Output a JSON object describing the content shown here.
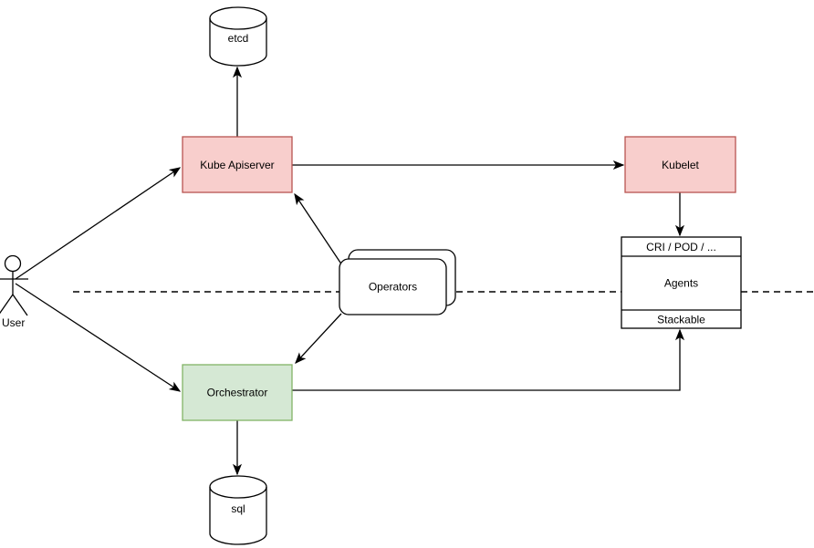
{
  "nodes": {
    "user": {
      "label": "User"
    },
    "etcd": {
      "label": "etcd"
    },
    "kube_apiserver": {
      "label": "Kube Apiserver"
    },
    "kubelet": {
      "label": "Kubelet"
    },
    "agents": {
      "header": "CRI / POD / ...",
      "body": "Agents",
      "footer": "Stackable"
    },
    "operators": {
      "label": "Operators"
    },
    "orchestrator": {
      "label": "Orchestrator"
    },
    "sql": {
      "label": "sql"
    }
  },
  "colors": {
    "control_plane_fill": "#f8cecc",
    "control_plane_stroke": "#b85450",
    "orchestrator_fill": "#d5e8d4",
    "orchestrator_stroke": "#82b366",
    "plain_fill": "#ffffff",
    "line": "#000000",
    "background": "#ffffff"
  },
  "edges": [
    {
      "from": "user",
      "to": "kube_apiserver",
      "arrow": "end"
    },
    {
      "from": "user",
      "to": "orchestrator",
      "arrow": "end"
    },
    {
      "from": "kube_apiserver",
      "to": "etcd",
      "arrow": "end"
    },
    {
      "from": "kube_apiserver",
      "to": "kubelet",
      "arrow": "end"
    },
    {
      "from": "kubelet",
      "to": "agents",
      "arrow": "end"
    },
    {
      "from": "operators",
      "to": "kube_apiserver",
      "arrow": "end"
    },
    {
      "from": "operators",
      "to": "orchestrator",
      "arrow": "end"
    },
    {
      "from": "orchestrator",
      "to": "sql",
      "arrow": "end"
    },
    {
      "from": "orchestrator",
      "to": "agents_stackable",
      "arrow": "end"
    }
  ],
  "separator": {
    "style": "dashed"
  }
}
